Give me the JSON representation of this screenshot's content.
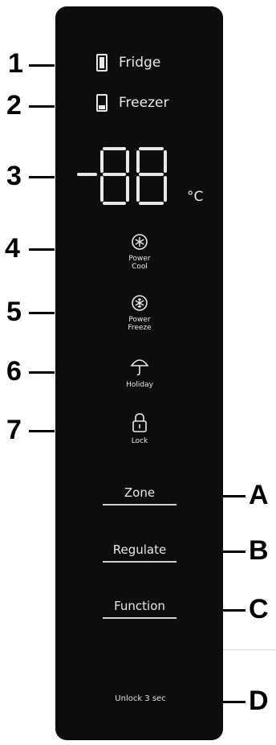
{
  "callouts_left": [
    "1",
    "2",
    "3",
    "4",
    "5",
    "6",
    "7"
  ],
  "callouts_right": [
    "A",
    "B",
    "C",
    "D"
  ],
  "modes": {
    "fridge": "Fridge",
    "freezer": "Freezer"
  },
  "display": {
    "unit": "°C"
  },
  "features": [
    {
      "label": "Power\nCool",
      "icon": "power-cool-icon"
    },
    {
      "label": "Power\nFreeze",
      "icon": "power-freeze-icon"
    },
    {
      "label": "Holiday",
      "icon": "holiday-umbrella-icon"
    },
    {
      "label": "Lock",
      "icon": "lock-icon"
    }
  ],
  "buttons": {
    "zone": "Zone",
    "regulate": "Regulate",
    "function": "Function"
  },
  "unlock_hint": "Unlock 3 sec",
  "colors": {
    "panel": "#0d0d0d",
    "text": "#e8e8e8",
    "callout": "#000000"
  }
}
